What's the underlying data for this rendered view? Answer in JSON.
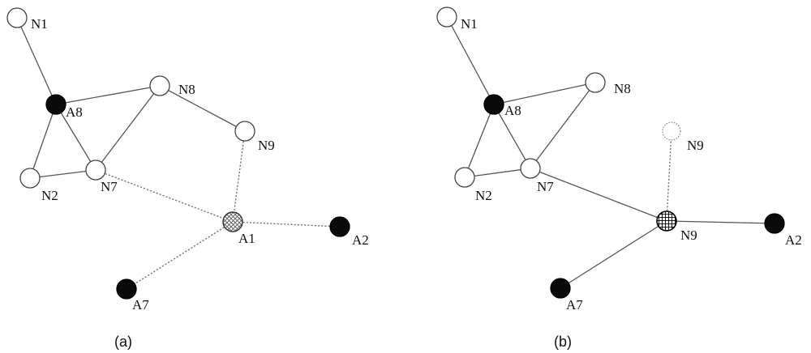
{
  "colors": {
    "edge_solid": "#555555",
    "edge_dotted": "#777777",
    "node_stroke": "#444444",
    "node_black": "#0a0a0a",
    "node_white": "#ffffff",
    "text": "#111111"
  },
  "panels": [
    {
      "id": "a",
      "caption": "(a)",
      "nodes": [
        {
          "id": "N1",
          "label": "N1",
          "style": "white"
        },
        {
          "id": "A8",
          "label": "A8",
          "style": "black"
        },
        {
          "id": "N8",
          "label": "N8",
          "style": "white"
        },
        {
          "id": "N9",
          "label": "N9",
          "style": "white"
        },
        {
          "id": "N2",
          "label": "N2",
          "style": "white"
        },
        {
          "id": "N7",
          "label": "N7",
          "style": "white"
        },
        {
          "id": "A1",
          "label": "A1",
          "style": "crosshatch"
        },
        {
          "id": "A2",
          "label": "A2",
          "style": "black"
        },
        {
          "id": "A7",
          "label": "A7",
          "style": "black"
        }
      ],
      "edges": [
        {
          "from": "N1",
          "to": "A8",
          "style": "solid"
        },
        {
          "from": "A8",
          "to": "N8",
          "style": "solid"
        },
        {
          "from": "A8",
          "to": "N2",
          "style": "solid"
        },
        {
          "from": "A8",
          "to": "N7",
          "style": "solid"
        },
        {
          "from": "N2",
          "to": "N7",
          "style": "solid"
        },
        {
          "from": "N7",
          "to": "N8",
          "style": "solid"
        },
        {
          "from": "N8",
          "to": "N9",
          "style": "solid"
        },
        {
          "from": "N9",
          "to": "A1",
          "style": "dotted"
        },
        {
          "from": "N7",
          "to": "A1",
          "style": "dotted"
        },
        {
          "from": "A1",
          "to": "A2",
          "style": "dotted"
        },
        {
          "from": "A1",
          "to": "A7",
          "style": "dotted"
        }
      ]
    },
    {
      "id": "b",
      "caption": "(b)",
      "nodes": [
        {
          "id": "N1",
          "label": "N1",
          "style": "white"
        },
        {
          "id": "A8",
          "label": "A8",
          "style": "black"
        },
        {
          "id": "N8",
          "label": "N8",
          "style": "white"
        },
        {
          "id": "N9_old",
          "label": "N9",
          "style": "dashed"
        },
        {
          "id": "N2",
          "label": "N2",
          "style": "white"
        },
        {
          "id": "N7",
          "label": "N7",
          "style": "white"
        },
        {
          "id": "N9",
          "label": "N9",
          "style": "grid"
        },
        {
          "id": "A2",
          "label": "A2",
          "style": "black"
        },
        {
          "id": "A7",
          "label": "A7",
          "style": "black"
        }
      ],
      "edges": [
        {
          "from": "N1",
          "to": "A8",
          "style": "solid"
        },
        {
          "from": "A8",
          "to": "N8",
          "style": "solid"
        },
        {
          "from": "A8",
          "to": "N2",
          "style": "solid"
        },
        {
          "from": "A8",
          "to": "N7",
          "style": "solid"
        },
        {
          "from": "N2",
          "to": "N7",
          "style": "solid"
        },
        {
          "from": "N7",
          "to": "N8",
          "style": "solid"
        },
        {
          "from": "N9_old",
          "to": "N9",
          "style": "dotted"
        },
        {
          "from": "N7",
          "to": "N9",
          "style": "solid"
        },
        {
          "from": "N9",
          "to": "A2",
          "style": "solid"
        },
        {
          "from": "N9",
          "to": "A7",
          "style": "solid"
        }
      ]
    }
  ]
}
